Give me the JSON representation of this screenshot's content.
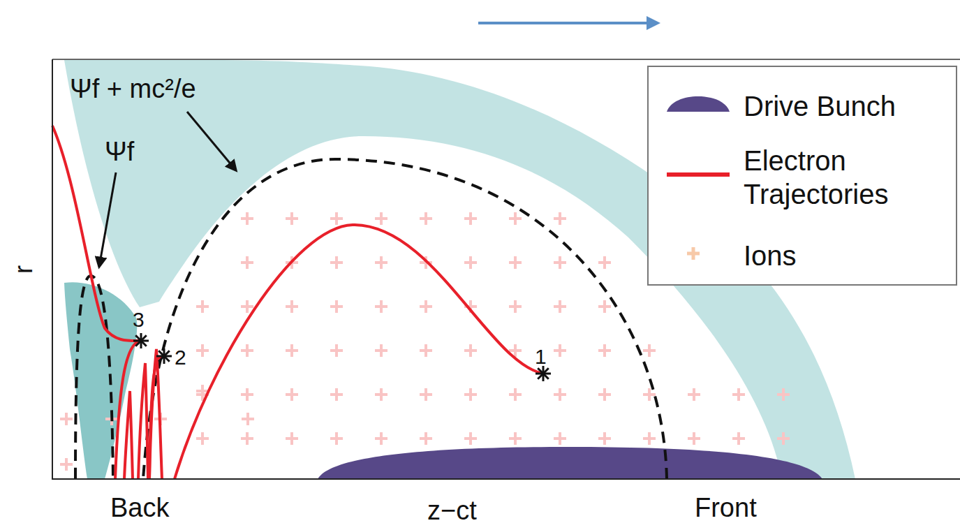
{
  "diagram": {
    "labels": [
      "Ψf + mc²/e",
      "Ψf",
      "3",
      "2",
      "1",
      "r",
      "Back",
      "z−ct",
      "Front"
    ],
    "legend": [
      {
        "text": "Drive Bunch"
      },
      {
        "text": "Electron Trajectories"
      },
      {
        "text": "Ions"
      }
    ]
  }
}
